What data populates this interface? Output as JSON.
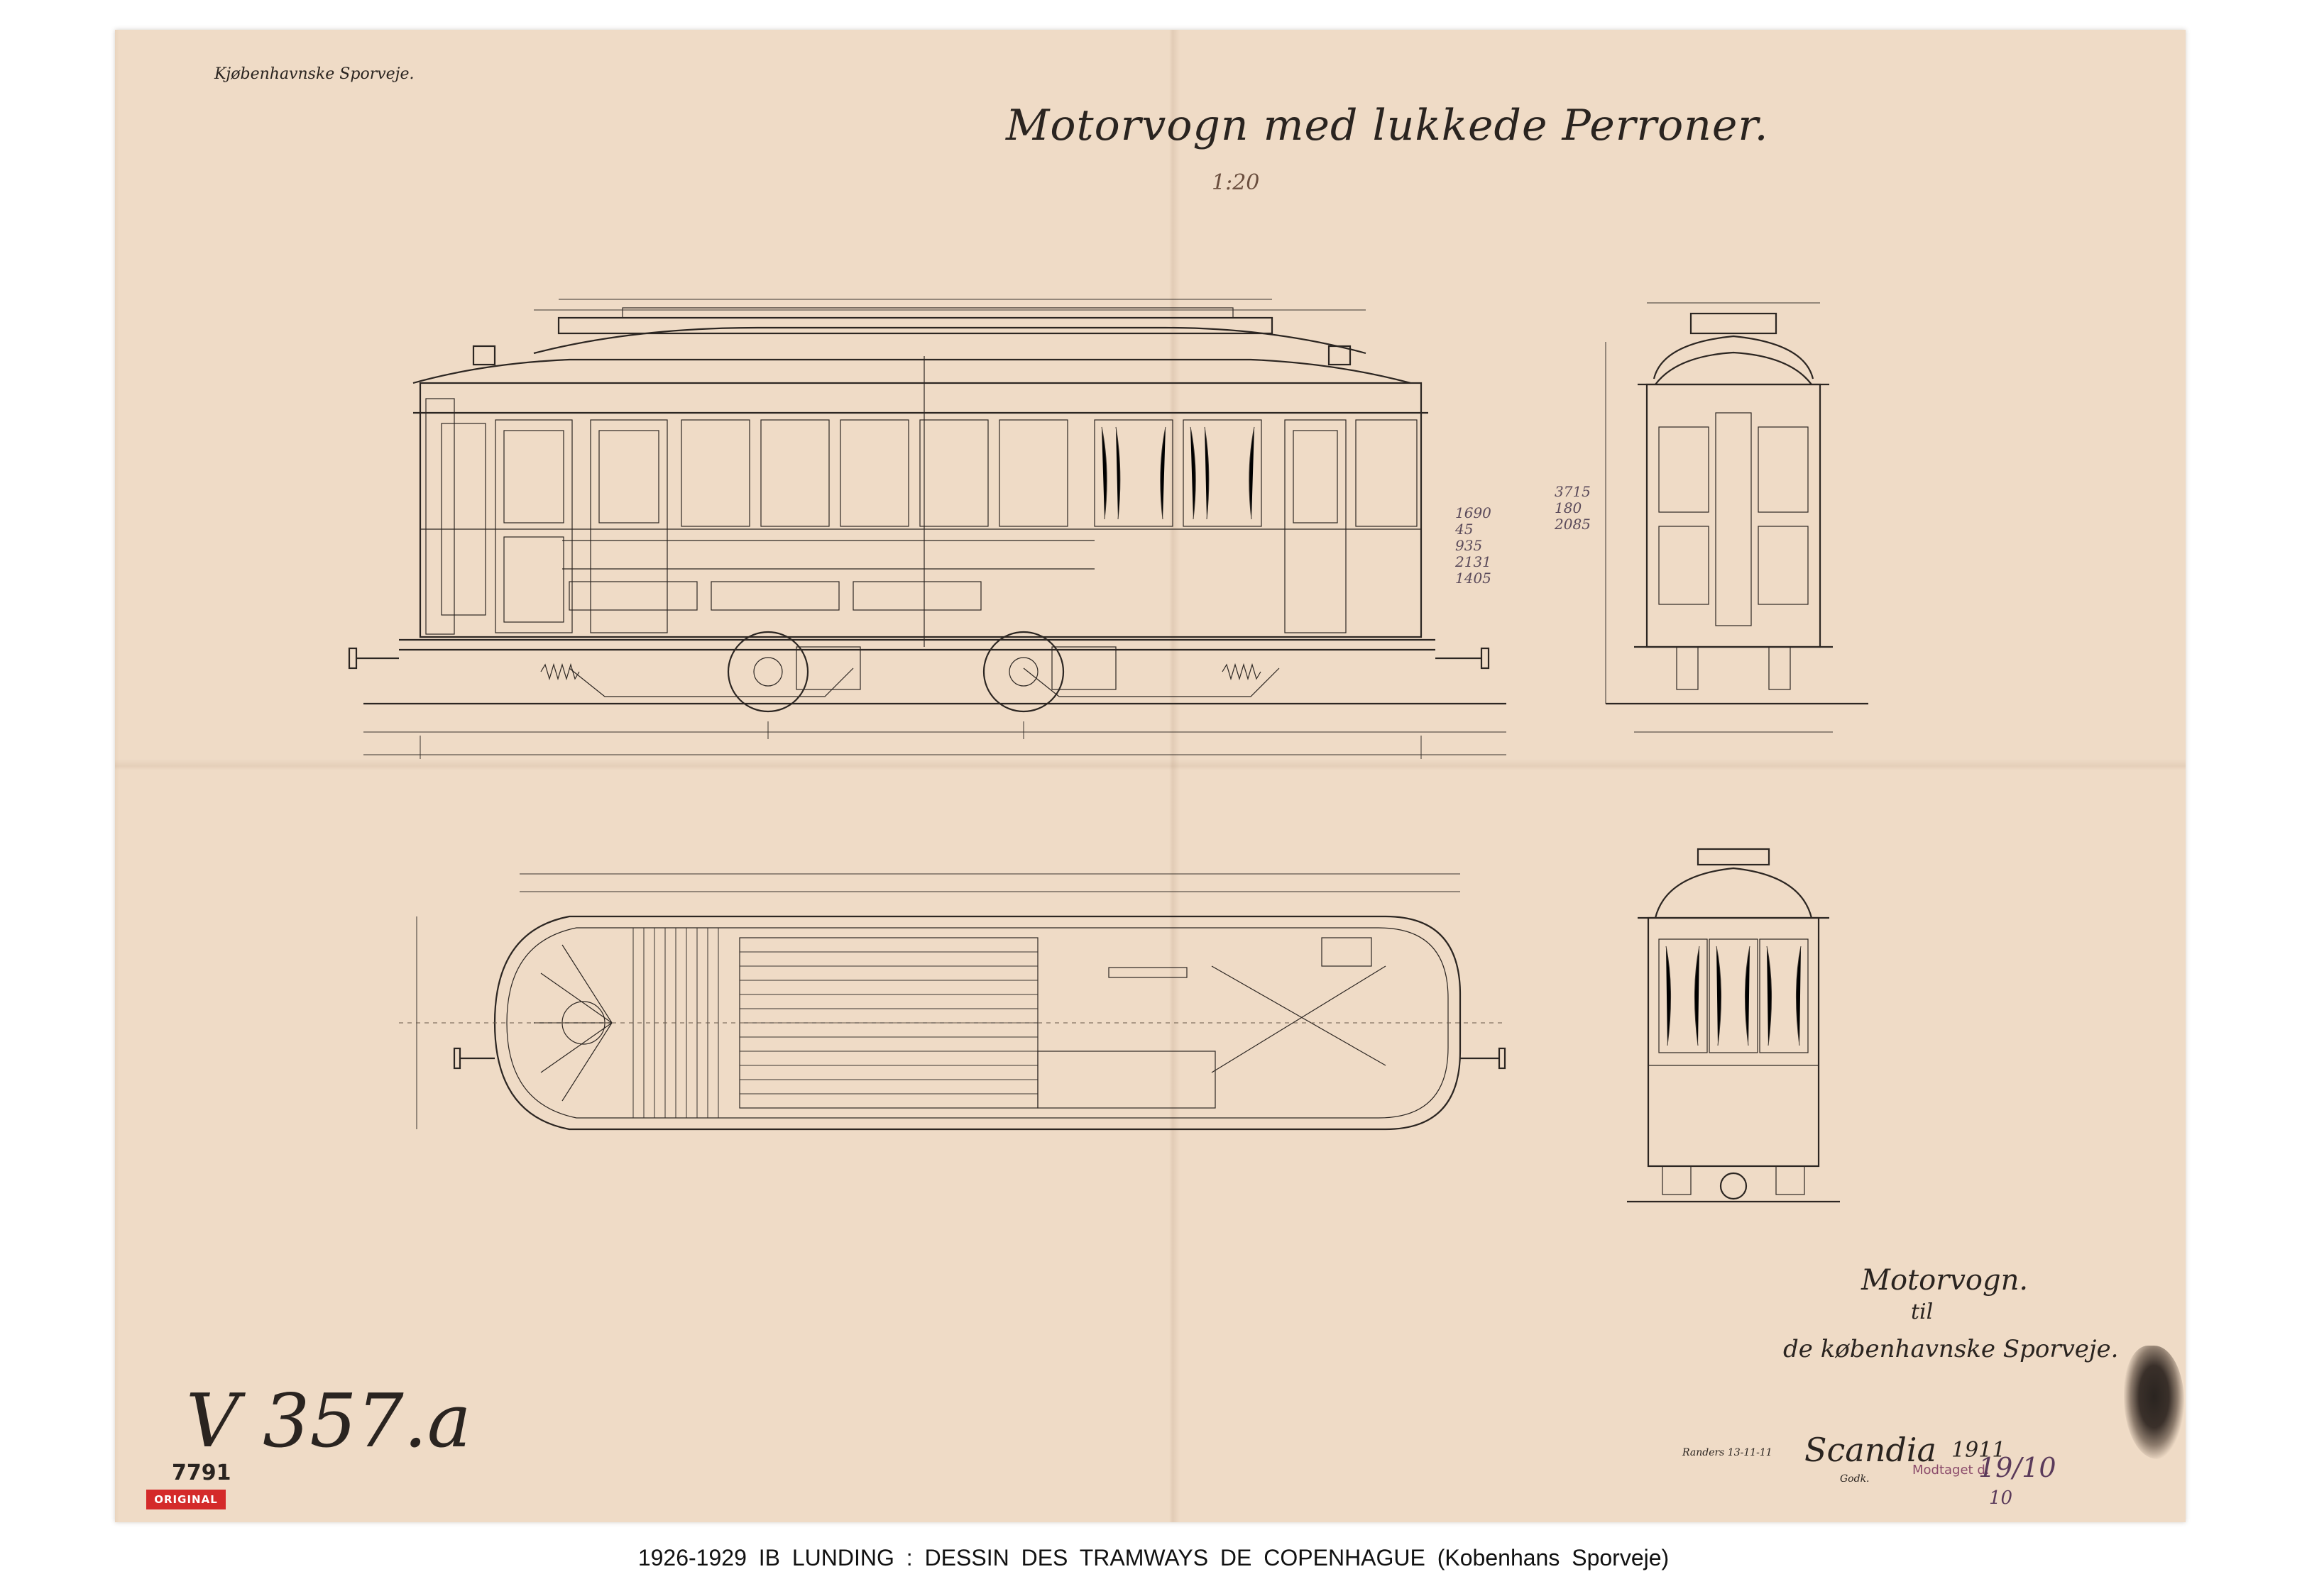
{
  "sheet": {
    "corner_label": "Kjøbenhavnske Sporveje.",
    "title": "Motorvogn med lukkede Perroner.",
    "scale_note": "1:20",
    "pencil_notes_a": [
      "1690",
      "45",
      "935",
      "2131",
      "1405"
    ],
    "pencil_notes_b": [
      "3715",
      "180",
      "2085"
    ],
    "subtitle_line1": "Motorvogn.",
    "subtitle_line2": "til",
    "subtitle_line3": "de københavnske Sporveje.",
    "drawing_number": "V 357.a",
    "archive_number": "7791",
    "original_stamp": "ORIGINAL",
    "maker": "Scandia",
    "maker_year": "1911",
    "stamp_left": "Randers 13-11-11",
    "stamp_mid": "Godk.",
    "received_stamp": "Modtaget d.",
    "stamp_fraction_top": "19/10",
    "stamp_fraction_bottom": "10"
  },
  "caption": "1926-1929  IB LUNDING : DESSIN DES TRAMWAYS DE COPENHAGUE  (Kobenhans Sporveje)",
  "colors": {
    "paper": "#efdbc6",
    "ink": "#2c2622",
    "stamp_red": "#d42a2a",
    "pencil": "#5a4a5a"
  }
}
